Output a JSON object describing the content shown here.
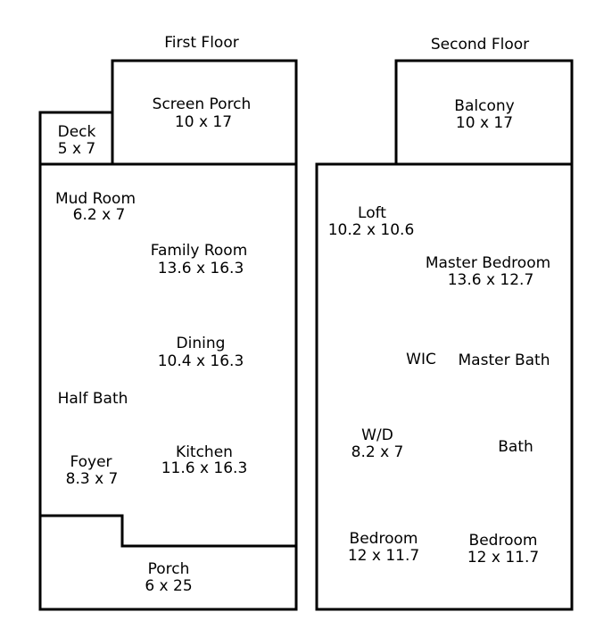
{
  "first_floor": {
    "title": "First Floor",
    "screen_porch": {
      "name": "Screen Porch",
      "dims": "10 x 17"
    },
    "deck": {
      "name": "Deck",
      "dims": "5 x 7"
    },
    "mud_room": {
      "name": "Mud Room",
      "dims": "6.2 x 7"
    },
    "family_room": {
      "name": "Family Room",
      "dims": "13.6 x 16.3"
    },
    "dining": {
      "name": "Dining",
      "dims": "10.4 x 16.3"
    },
    "half_bath": {
      "name": "Half Bath"
    },
    "foyer": {
      "name": "Foyer",
      "dims": "8.3 x 7"
    },
    "kitchen": {
      "name": "Kitchen",
      "dims": "11.6 x 16.3"
    },
    "porch": {
      "name": "Porch",
      "dims": "6 x 25"
    }
  },
  "second_floor": {
    "title": "Second Floor",
    "balcony": {
      "name": "Balcony",
      "dims": "10 x 17"
    },
    "loft": {
      "name": "Loft",
      "dims": "10.2 x 10.6"
    },
    "master_bedroom": {
      "name": "Master Bedroom",
      "dims": "13.6 x 12.7"
    },
    "wic": {
      "name": "WIC"
    },
    "master_bath": {
      "name": "Master Bath"
    },
    "wd": {
      "name": "W/D",
      "dims": "8.2 x 7"
    },
    "bath": {
      "name": "Bath"
    },
    "bedroom_1": {
      "name": "Bedroom",
      "dims": "12 x 11.7"
    },
    "bedroom_2": {
      "name": "Bedroom",
      "dims": "12 x 11.7"
    }
  },
  "colors": {
    "line": "#000000",
    "background": "#ffffff"
  }
}
